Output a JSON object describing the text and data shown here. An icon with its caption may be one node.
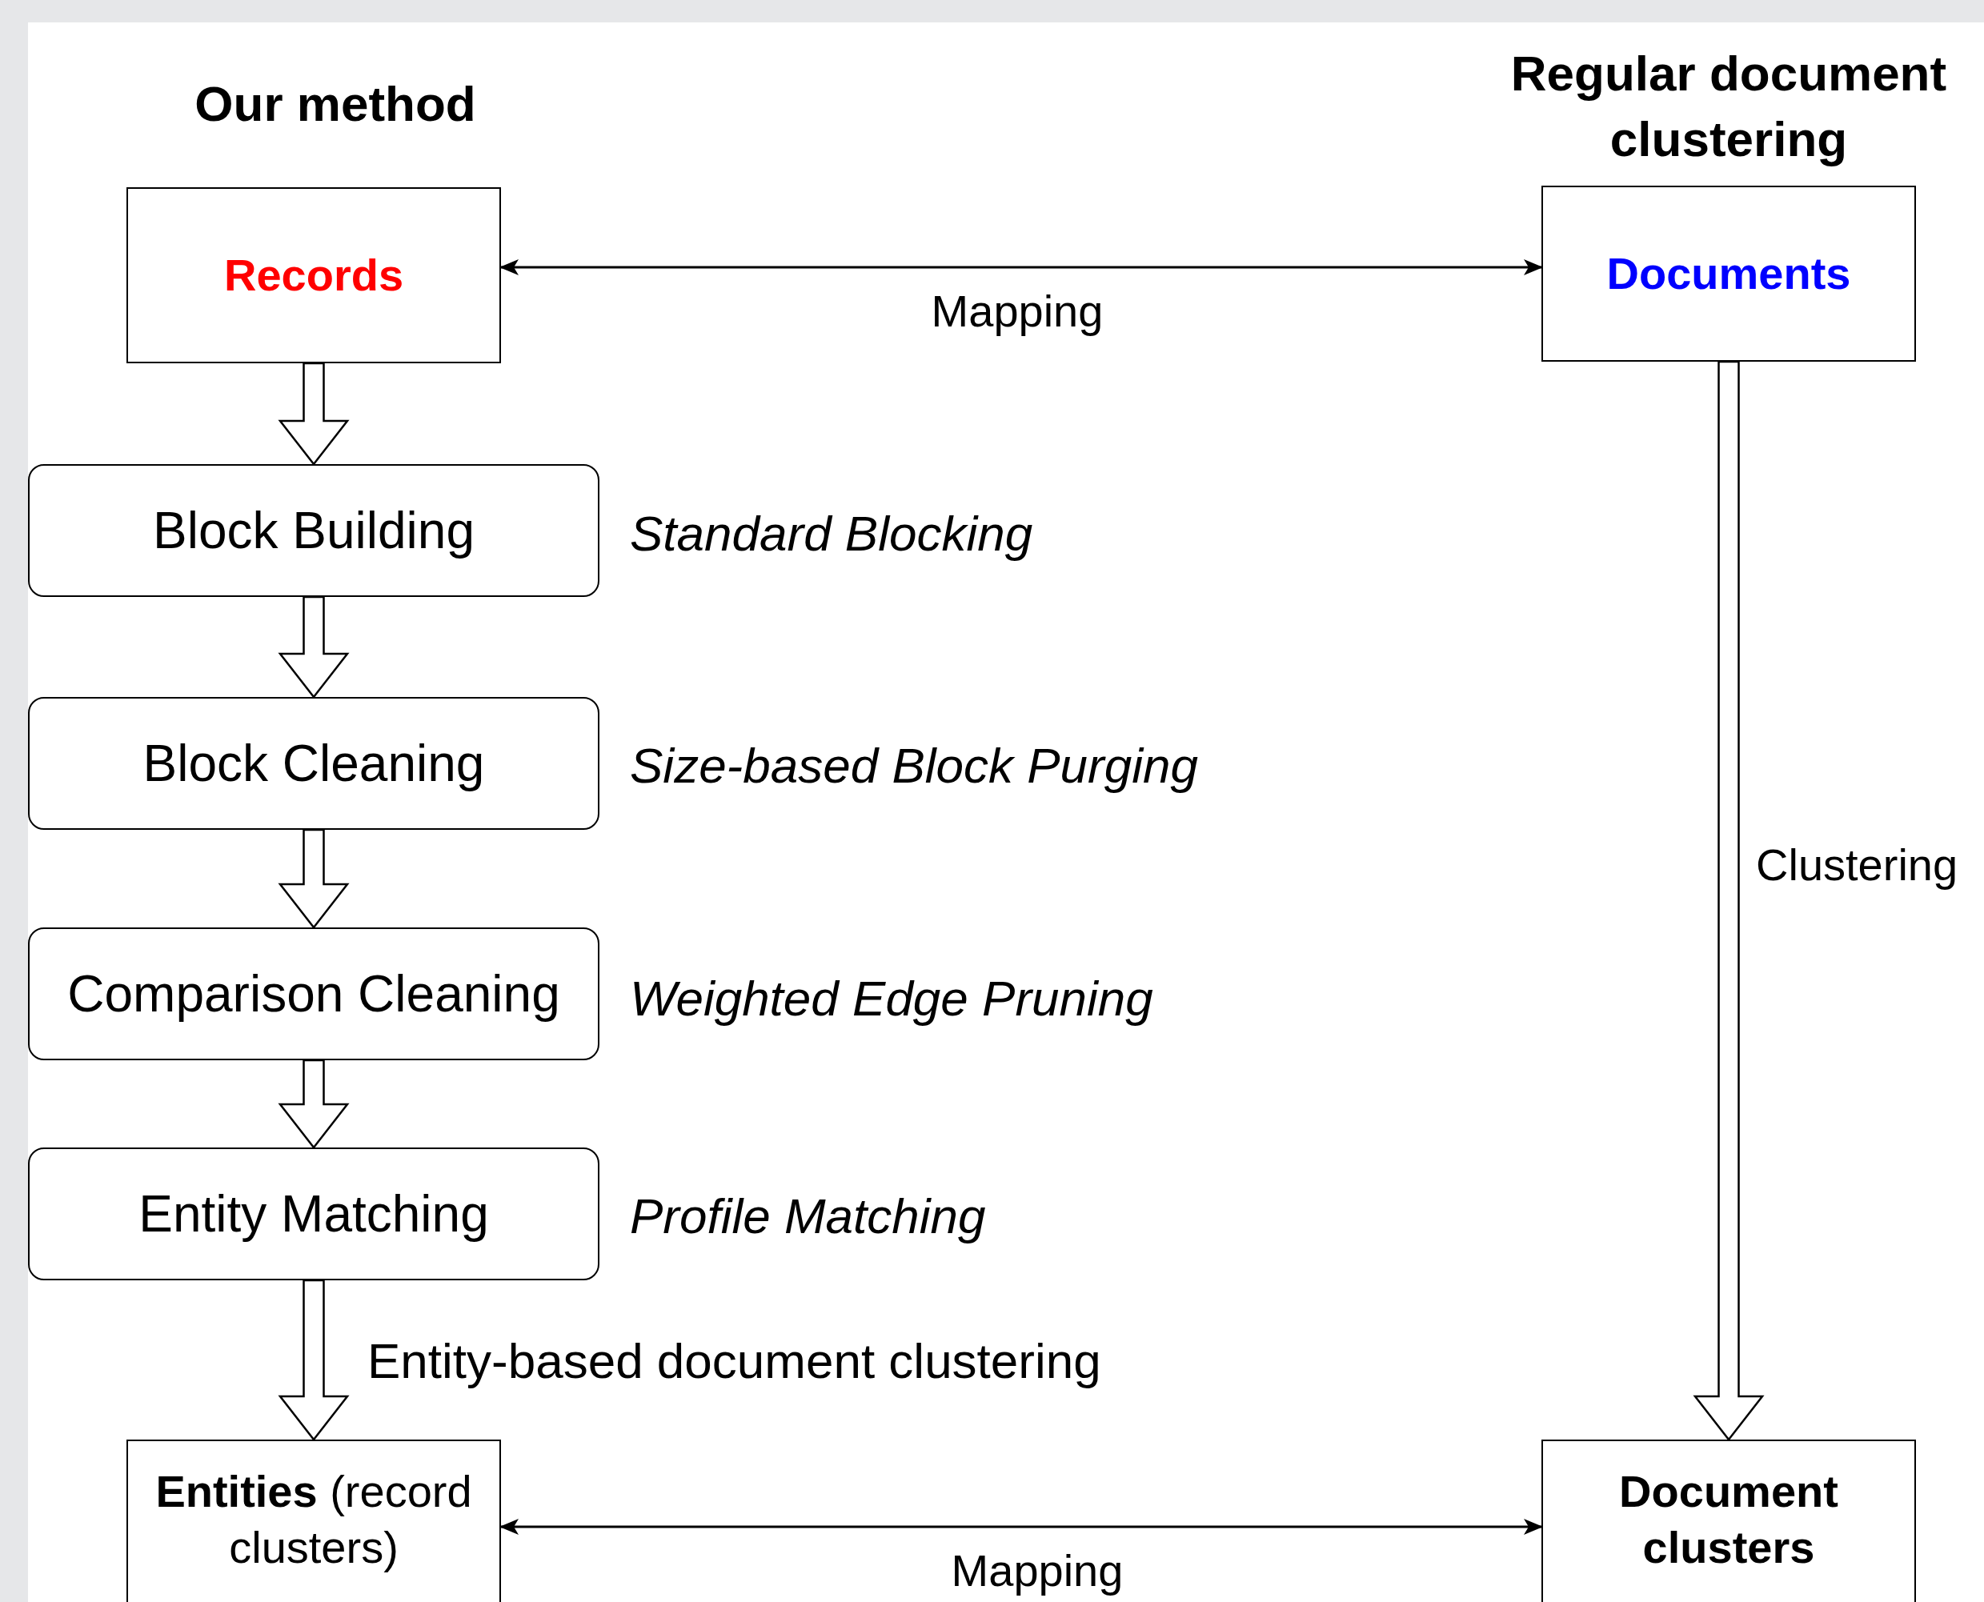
{
  "diagram": {
    "nodes": [
      {
        "text": [
          "Records"
        ]
      },
      {
        "text": [
          "Documents"
        ]
      },
      {
        "text": [
          "Block Building"
        ],
        "beside": [
          "Standard Blocking"
        ]
      },
      {
        "text": [
          "Block Cleaning"
        ],
        "beside": [
          "Size-based Block Purging"
        ]
      },
      {
        "text": [
          "Comparison Cleaning"
        ],
        "beside": [
          "Weighted Edge Pruning"
        ]
      },
      {
        "text": [
          "Entity Matching"
        ],
        "beside": [
          "Profile Matching"
        ]
      },
      {
        "text": [
          "**Entities** (record clusters)"
        ]
      },
      {
        "text": [
          "Document clusters"
        ]
      }
    ],
    "edges": [
      {
        "from": 0,
        "to": 1,
        "arrow": "both",
        "label": "Mapping"
      },
      {
        "from": 0,
        "to": 2,
        "arrow": "to"
      },
      {
        "from": 2,
        "to": 3,
        "arrow": "to"
      },
      {
        "from": 3,
        "to": 4,
        "arrow": "to"
      },
      {
        "from": 4,
        "to": 5,
        "arrow": "to"
      },
      {
        "from": 5,
        "to": 6,
        "arrow": "to",
        "label": "Entity-based document clustering"
      },
      {
        "from": 1,
        "to": 7,
        "arrow": "to",
        "label": "Clustering"
      },
      {
        "from": 6,
        "to": 7,
        "arrow": "both",
        "label": "Mapping"
      }
    ],
    "labels": [
      "Our method",
      "Regular document clustering"
    ]
  }
}
